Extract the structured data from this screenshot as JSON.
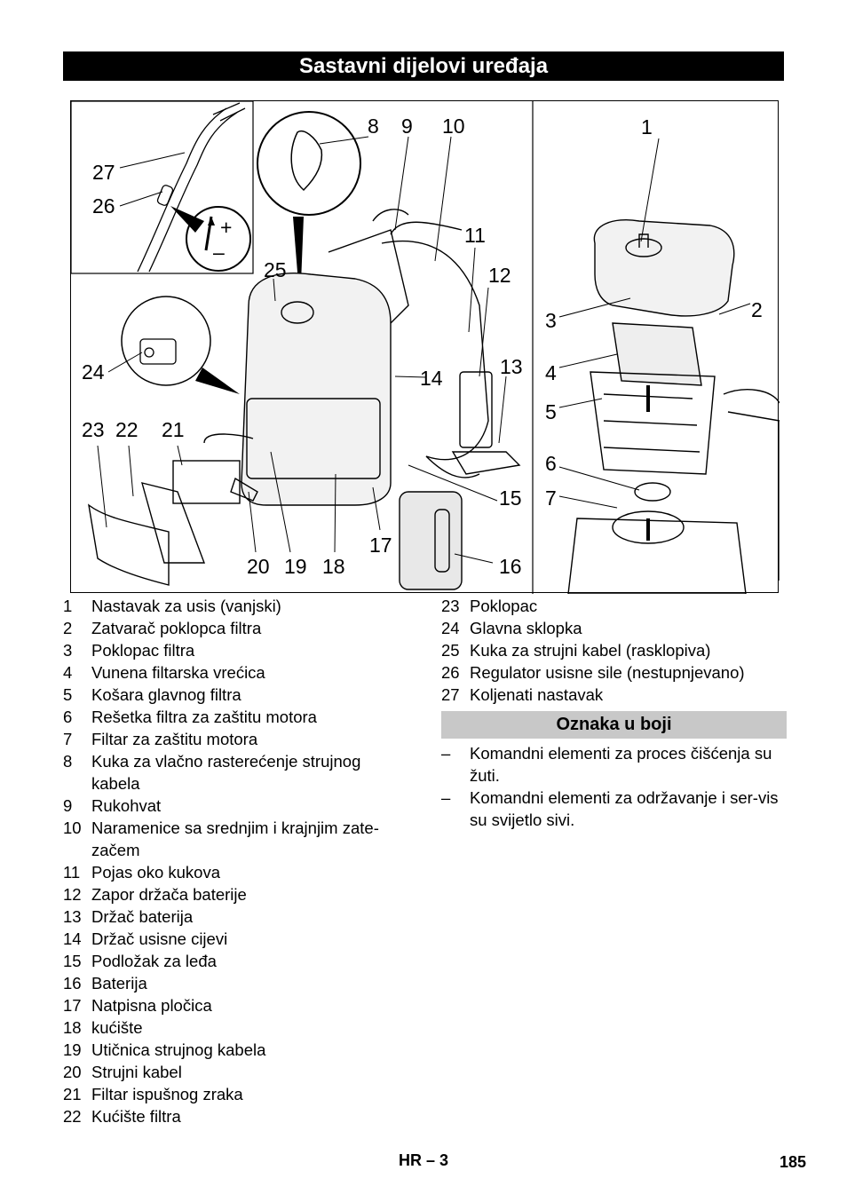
{
  "header": {
    "title": "Sastavni dijelovi uređaja"
  },
  "figure": {
    "callouts": [
      "1",
      "2",
      "3",
      "4",
      "5",
      "6",
      "7",
      "8",
      "9",
      "10",
      "11",
      "12",
      "13",
      "14",
      "15",
      "16",
      "17",
      "18",
      "19",
      "20",
      "21",
      "22",
      "23",
      "24",
      "25",
      "26",
      "27"
    ],
    "dial_plus": "+",
    "dial_minus": "–"
  },
  "parts": [
    {
      "num": "1",
      "text": "Nastavak za usis (vanjski)"
    },
    {
      "num": "2",
      "text": "Zatvarač poklopca filtra"
    },
    {
      "num": "3",
      "text": "Poklopac filtra"
    },
    {
      "num": "4",
      "text": "Vunena filtarska vrećica"
    },
    {
      "num": "5",
      "text": "Košara glavnog filtra"
    },
    {
      "num": "6",
      "text": "Rešetka filtra za zaštitu motora"
    },
    {
      "num": "7",
      "text": "Filtar za zaštitu motora"
    },
    {
      "num": "8",
      "text": "Kuka za vlačno rasterećenje strujnog kabela"
    },
    {
      "num": "9",
      "text": "Rukohvat"
    },
    {
      "num": "10",
      "text": "Naramenice sa srednjim i krajnjim zate-začem"
    },
    {
      "num": "11",
      "text": "Pojas oko kukova"
    },
    {
      "num": "12",
      "text": "Zapor držača baterije"
    },
    {
      "num": "13",
      "text": "Držač baterija"
    },
    {
      "num": "14",
      "text": "Držač usisne cijevi"
    },
    {
      "num": "15",
      "text": "Podložak za leđa"
    },
    {
      "num": "16",
      "text": "Baterija"
    },
    {
      "num": "17",
      "text": "Natpisna pločica"
    },
    {
      "num": "18",
      "text": "kućište"
    },
    {
      "num": "19",
      "text": "Utičnica strujnog kabela"
    },
    {
      "num": "20",
      "text": "Strujni kabel"
    },
    {
      "num": "21",
      "text": "Filtar ispušnog zraka"
    },
    {
      "num": "22",
      "text": "Kućište filtra"
    },
    {
      "num": "23",
      "text": "Poklopac"
    },
    {
      "num": "24",
      "text": "Glavna sklopka"
    },
    {
      "num": "25",
      "text": "Kuka za strujni kabel (rasklopiva)"
    },
    {
      "num": "26",
      "text": "Regulator usisne sile (nestupnjevano)"
    },
    {
      "num": "27",
      "text": "Koljenati nastavak"
    }
  ],
  "color_section": {
    "title": "Oznaka u boji",
    "notes": [
      {
        "dash": "–",
        "text": "Komandni elementi za proces čišćenja su žuti."
      },
      {
        "dash": "–",
        "text": "Komandni elementi za održavanje i ser-vis su svijetlo sivi."
      }
    ]
  },
  "footer": {
    "section": "HR – 3",
    "page": "185"
  }
}
